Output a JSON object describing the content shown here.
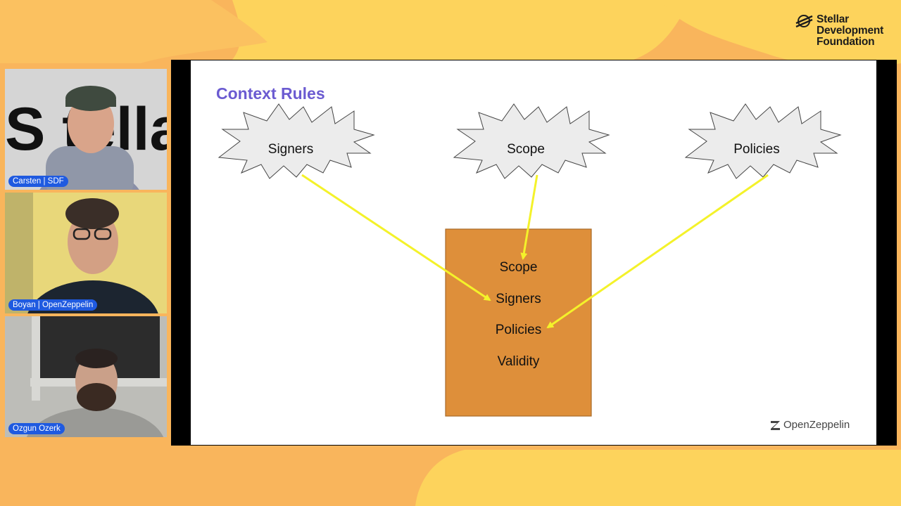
{
  "brand": {
    "name": "Stellar\nDevelopment\nFoundation",
    "icon": "stellar-logo-icon"
  },
  "participants": [
    {
      "name": "Carsten | SDF",
      "icon": "video-feed"
    },
    {
      "name": "Boyan | OpenZeppelin",
      "icon": "video-feed"
    },
    {
      "name": "Ozgun Ozerk",
      "icon": "video-feed"
    }
  ],
  "slide": {
    "title": "Context Rules",
    "bursts": [
      "Signers",
      "Scope",
      "Policies"
    ],
    "box_items": [
      "Scope",
      "Signers",
      "Policies",
      "Validity"
    ],
    "footer_logo": "OpenZeppelin"
  },
  "colors": {
    "background": "#f9b55c",
    "blob": "#fdd35c",
    "title": "#6b5bd1",
    "box": "#de8f3a",
    "arrow": "#f4f22a",
    "name_badge": "#1f5ae0"
  }
}
